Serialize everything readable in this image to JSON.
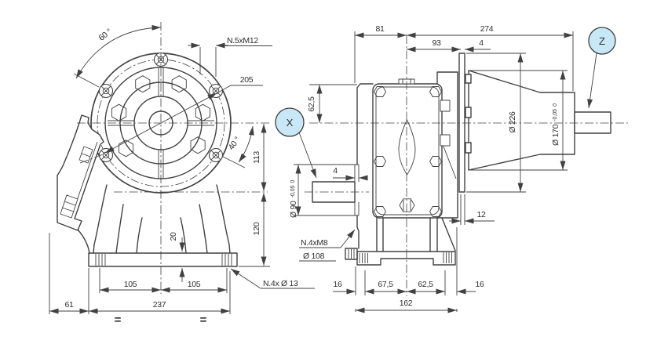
{
  "drawing_title": "gear-reducer-dimension-drawing",
  "colors": {
    "line": "#414141",
    "ink": "#2e2e2e",
    "callout_fill": "#c9e8f7",
    "callout_stroke": "#3e3e3e",
    "background": "#ffffff"
  },
  "callouts": {
    "x": "X",
    "z": "Z"
  },
  "front": {
    "angle_60": "60 °",
    "screw_note": "N.5xM12",
    "bolt_circle_205": "205",
    "angle_40": "40 °",
    "axis_height_113": "113",
    "base_height_120": "120",
    "base_thickness_20": "20",
    "foot_105_left": "105",
    "foot_105_right": "105",
    "offset_61": "61",
    "width_237": "237",
    "holes_note": "N.4x Ø 13",
    "flat_mark_left": "=",
    "flat_mark_right": "="
  },
  "side": {
    "top_81": "81",
    "top_93": "93",
    "top_4": "4",
    "top_274": "274",
    "height_62_5": "62,5",
    "dia_226": "Ø 226",
    "dia_170": "Ø 170",
    "dia_170_tol_low": "-0,05",
    "dia_170_tol_high": "0",
    "dia_90": "Ø 90",
    "dia_90_tol_low": "-0,05",
    "dia_90_tol_high": "0",
    "shaft_step_4": "4",
    "flange_12": "12",
    "screw_note": "N.4xM8",
    "bolt_circle_108": "Ø 108",
    "bottom_16_left": "16",
    "bottom_67_5": "67,5",
    "bottom_62_5": "62,5",
    "bottom_16_right": "16",
    "bottom_162": "162"
  }
}
